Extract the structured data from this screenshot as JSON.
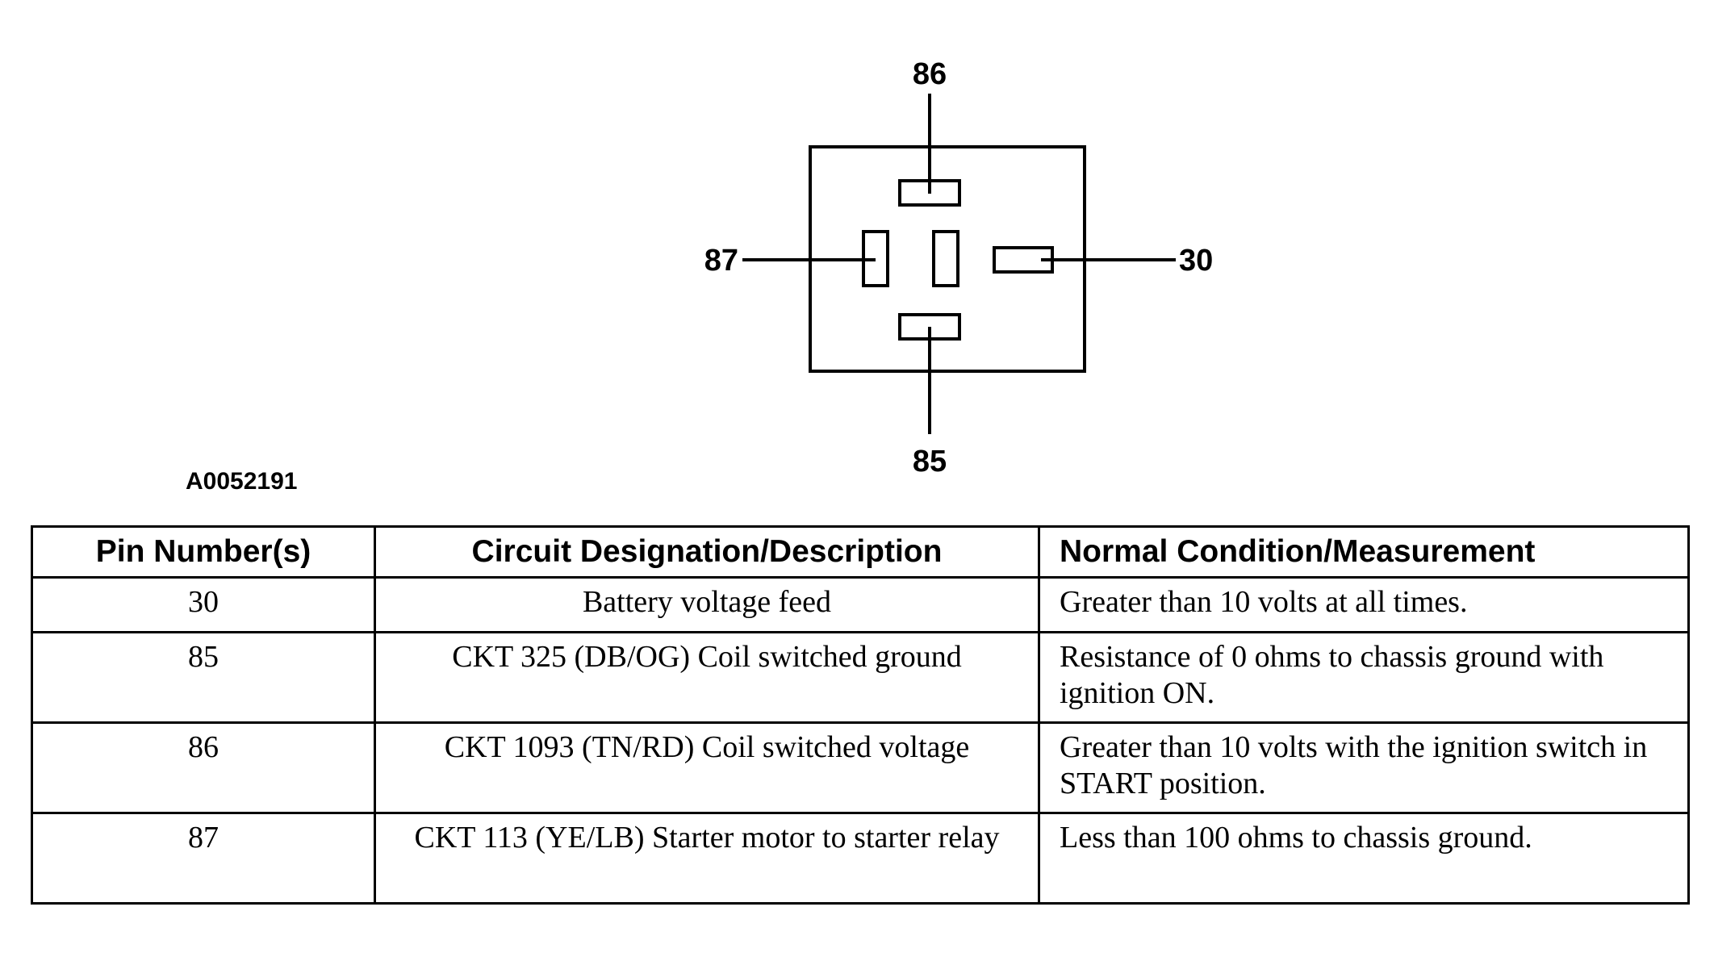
{
  "diagram": {
    "pins": {
      "top": "86",
      "left": "87",
      "right": "30",
      "bottom": "85"
    },
    "figure_id": "A0052191"
  },
  "table": {
    "headers": [
      "Pin Number(s)",
      "Circuit Designation/Description",
      "Normal Condition/Measurement"
    ],
    "rows": [
      [
        "30",
        "Battery voltage feed",
        "Greater than 10 volts at all times."
      ],
      [
        "85",
        "CKT 325 (DB/OG) Coil switched ground",
        "Resistance of 0 ohms to chassis ground with ignition ON."
      ],
      [
        "86",
        "CKT 1093 (TN/RD) Coil switched voltage",
        "Greater than 10 volts with the ignition switch in START position."
      ],
      [
        "87",
        "CKT 113 (YE/LB) Starter motor to starter relay",
        "Less than 100 ohms to chassis ground."
      ]
    ]
  }
}
